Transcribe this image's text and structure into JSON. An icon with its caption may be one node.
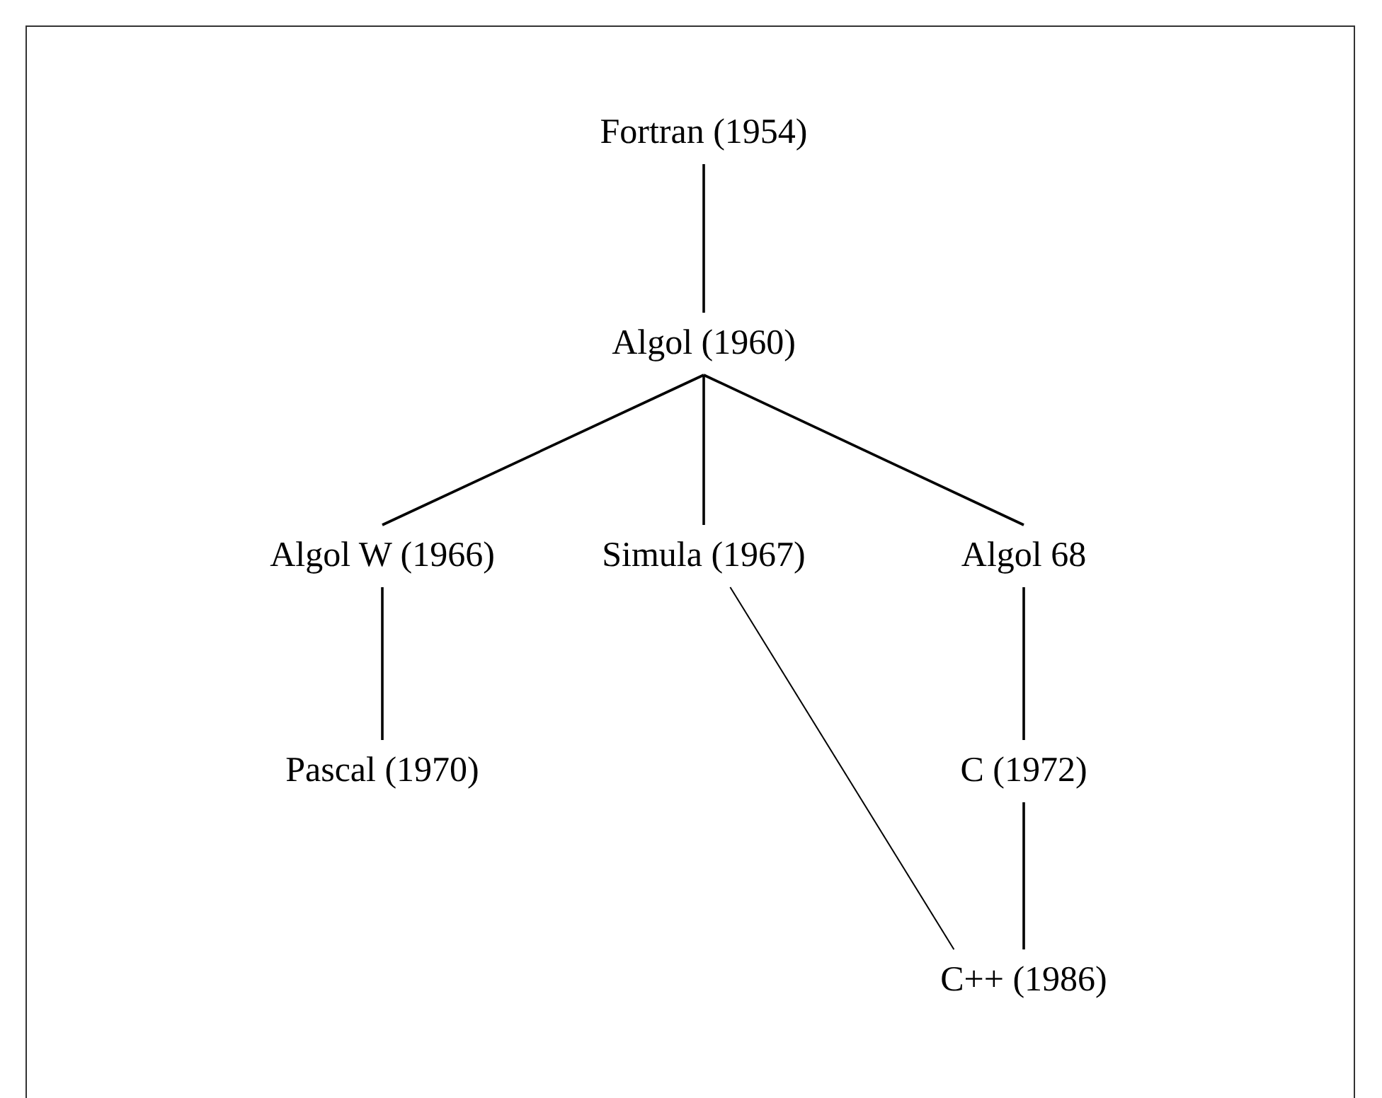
{
  "diagram": {
    "nodes": [
      {
        "text": [
          "Fortran (1954)"
        ]
      },
      {
        "text": [
          "Algol (1960)"
        ]
      },
      {
        "text": [
          "Algol W (1966)"
        ]
      },
      {
        "text": [
          "Simula (1967)"
        ]
      },
      {
        "text": [
          "Algol 68"
        ]
      },
      {
        "text": [
          "Pascal (1970)"
        ]
      },
      {
        "text": [
          "C (1972)"
        ]
      },
      {
        "text": [
          "C++ (1986)"
        ]
      }
    ],
    "edges": [
      {
        "from": 0,
        "to": 1,
        "arrow": "none"
      },
      {
        "from": 1,
        "to": 2,
        "arrow": "none"
      },
      {
        "from": 1,
        "to": 3,
        "arrow": "none"
      },
      {
        "from": 1,
        "to": 4,
        "arrow": "none"
      },
      {
        "from": 2,
        "to": 5,
        "arrow": "none"
      },
      {
        "from": 4,
        "to": 6,
        "arrow": "none"
      },
      {
        "from": 3,
        "to": 7,
        "arrow": "none"
      },
      {
        "from": 6,
        "to": 7,
        "arrow": "none"
      }
    ]
  }
}
